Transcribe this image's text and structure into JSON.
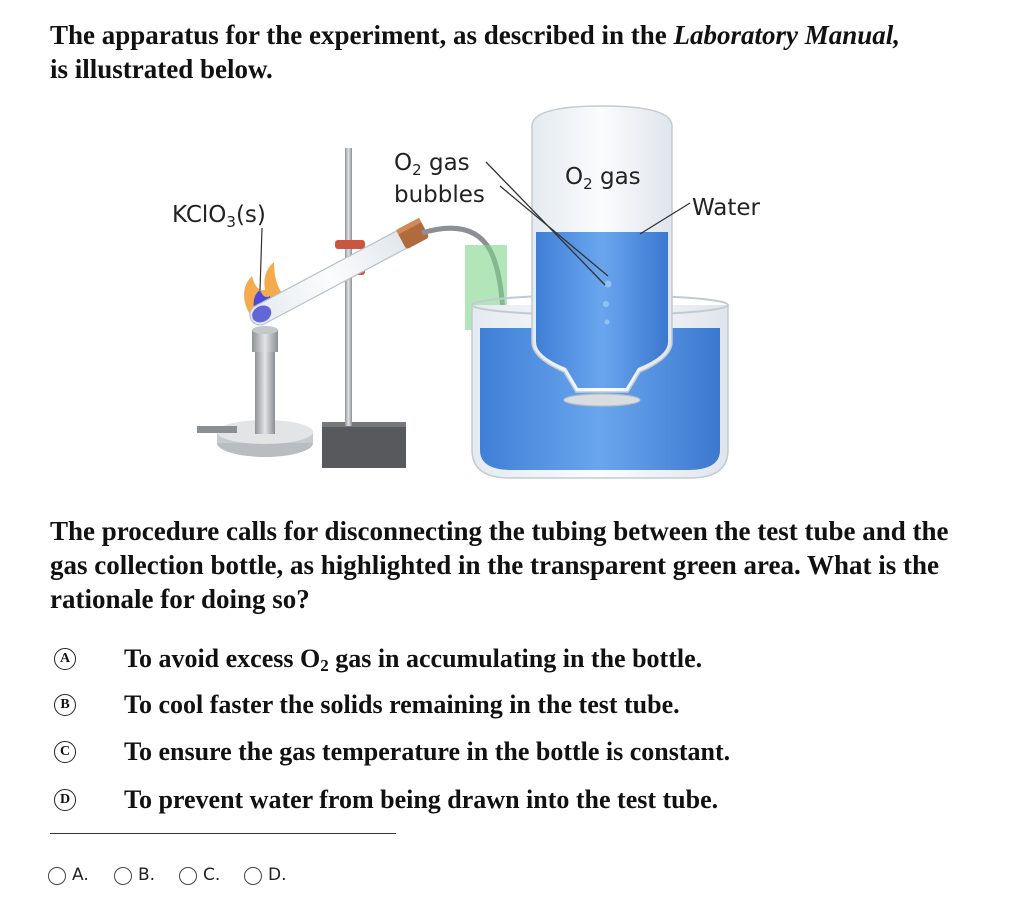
{
  "intro": {
    "before": "The apparatus for the experiment, as described in the ",
    "emphasis": "Laboratory Manual,",
    "after": "is illustrated below."
  },
  "figure": {
    "label_kclo3_main": "KClO",
    "label_kclo3_sub": "3",
    "label_kclo3_suffix": "(s)",
    "label_bubbles_o": "O",
    "label_bubbles_sub": "2",
    "label_bubbles_gas": " gas",
    "label_bubbles_line2": "bubbles",
    "label_gas_o": "O",
    "label_gas_sub": "2",
    "label_gas_gas": " gas",
    "label_water": "Water",
    "colors": {
      "water": "#4f8fe0",
      "highlight": "#7ed68a",
      "stand": "#555555",
      "flame": "#f2a23a"
    }
  },
  "question": "The procedure calls for disconnecting the tubing between the test tube and the gas collection bottle, as highlighted in the transparent green area. What is the rationale for doing so?",
  "choices": [
    {
      "letter": "A",
      "before": "To avoid excess O",
      "sub": "2",
      "after": " gas in accumulating in the bottle."
    },
    {
      "letter": "B",
      "before": "To cool faster the solids remaining in the test tube.",
      "sub": "",
      "after": ""
    },
    {
      "letter": "C",
      "before": "To ensure the gas temperature in the bottle is constant.",
      "sub": "",
      "after": ""
    },
    {
      "letter": "D",
      "before": "To prevent water from being drawn into the test tube.",
      "sub": "",
      "after": ""
    }
  ],
  "answer_options": [
    {
      "label": "A."
    },
    {
      "label": "B."
    },
    {
      "label": "C."
    },
    {
      "label": "D."
    }
  ]
}
